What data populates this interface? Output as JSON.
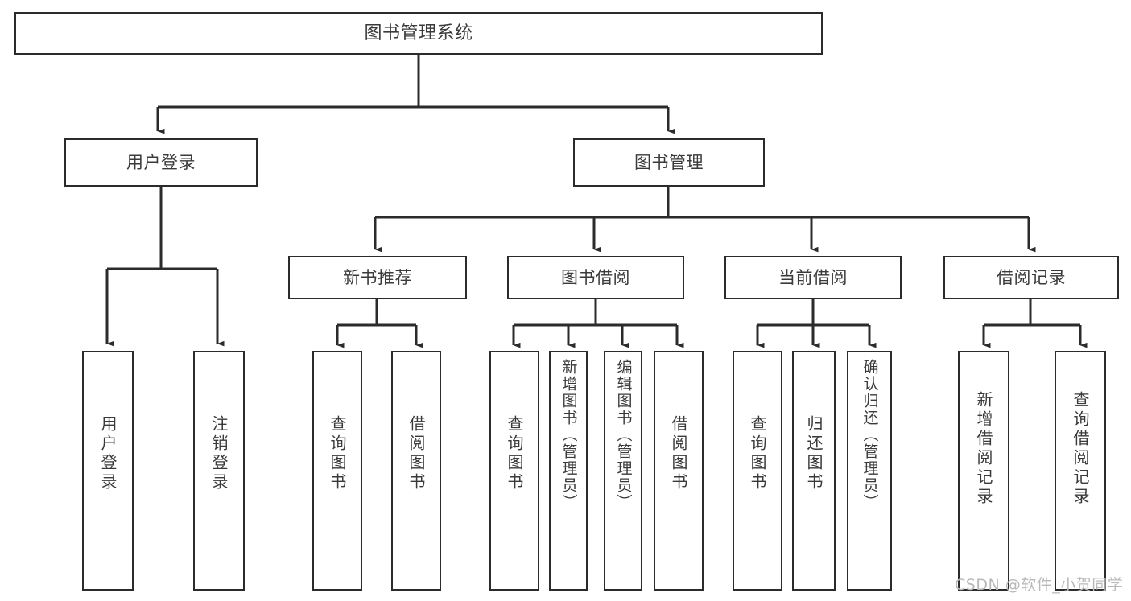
{
  "diagram": {
    "title": "图书管理系统",
    "type": "hierarchy-tree",
    "root": {
      "id": "root",
      "label": "图书管理系统",
      "orientation": "horizontal"
    },
    "level2": [
      {
        "id": "user-login",
        "label": "用户登录",
        "orientation": "horizontal"
      },
      {
        "id": "book-manage",
        "label": "图书管理",
        "orientation": "horizontal"
      }
    ],
    "level3": [
      {
        "id": "new-book-recommend",
        "label": "新书推荐",
        "orientation": "horizontal",
        "parent": "book-manage"
      },
      {
        "id": "book-borrow",
        "label": "图书借阅",
        "orientation": "horizontal",
        "parent": "book-manage"
      },
      {
        "id": "current-borrow",
        "label": "当前借阅",
        "orientation": "horizontal",
        "parent": "book-manage"
      },
      {
        "id": "borrow-record",
        "label": "借阅记录",
        "orientation": "horizontal",
        "parent": "book-manage"
      }
    ],
    "leaves": [
      {
        "id": "leaf-user-login",
        "label": "用户登录",
        "parent": "user-login"
      },
      {
        "id": "leaf-logout",
        "label": "注销登录",
        "parent": "user-login"
      },
      {
        "id": "leaf-query-book-1",
        "label": "查询图书",
        "parent": "new-book-recommend"
      },
      {
        "id": "leaf-borrow-book-1",
        "label": "借阅图书",
        "parent": "new-book-recommend"
      },
      {
        "id": "leaf-query-book-2",
        "label": "查询图书",
        "parent": "book-borrow"
      },
      {
        "id": "leaf-add-book",
        "label": "新增图书（管理员）",
        "parent": "book-borrow"
      },
      {
        "id": "leaf-edit-book",
        "label": "编辑图书（管理员）",
        "parent": "book-borrow"
      },
      {
        "id": "leaf-borrow-book-2",
        "label": "借阅图书",
        "parent": "book-borrow"
      },
      {
        "id": "leaf-query-book-3",
        "label": "查询图书",
        "parent": "current-borrow"
      },
      {
        "id": "leaf-return-book",
        "label": "归还图书",
        "parent": "current-borrow"
      },
      {
        "id": "leaf-confirm-return",
        "label": "确认归还（管理员）",
        "parent": "current-borrow"
      },
      {
        "id": "leaf-add-record",
        "label": "新增借阅记录",
        "parent": "borrow-record"
      },
      {
        "id": "leaf-query-record",
        "label": "查询借阅记录",
        "parent": "borrow-record"
      }
    ]
  },
  "watermark": {
    "text": "CSDN @软件_小贺同学"
  },
  "colors": {
    "stroke": "#2b2b2b",
    "text": "#3a3a3a",
    "background": "#ffffff",
    "watermark": "#b9b9b9"
  }
}
